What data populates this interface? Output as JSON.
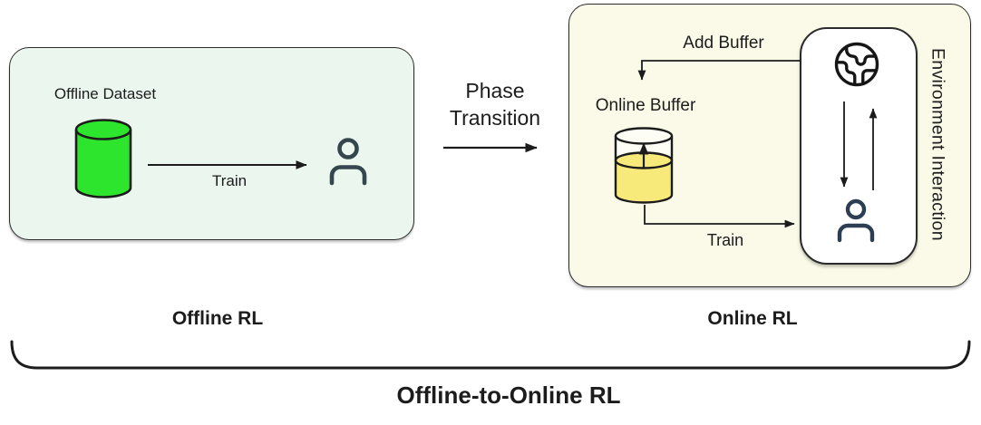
{
  "offline_panel": {
    "dataset_label": "Offline Dataset",
    "train_label": "Train",
    "caption": "Offline RL"
  },
  "transition": {
    "line1": "Phase",
    "line2": "Transition"
  },
  "online_panel": {
    "add_buffer_label": "Add Buffer",
    "buffer_label": "Online Buffer",
    "train_label": "Train",
    "environment_label": "Environment Interaction",
    "caption": "Online RL"
  },
  "bottom_caption": "Offline-to-Online RL",
  "colors": {
    "offline_bg": "#EBF6EF",
    "online_bg": "#FBFAE8",
    "dataset_green": "#2EE52E",
    "buffer_yellow": "#F8E97B",
    "agent_slate": "#35464F",
    "agent_navy": "#2C3E53",
    "ink": "#1C1C1C",
    "panel_border": "#2B2B2B"
  },
  "icons": {
    "database-cylinder-icon": "green data cylinder",
    "buffer-beaker-icon": "partially filled yellow cylinder with up arrow",
    "agent-person-icon": "person outline",
    "globe-icon": "earth globe outline",
    "down-arrow-icon": "↓",
    "up-arrow-icon": "↑"
  }
}
